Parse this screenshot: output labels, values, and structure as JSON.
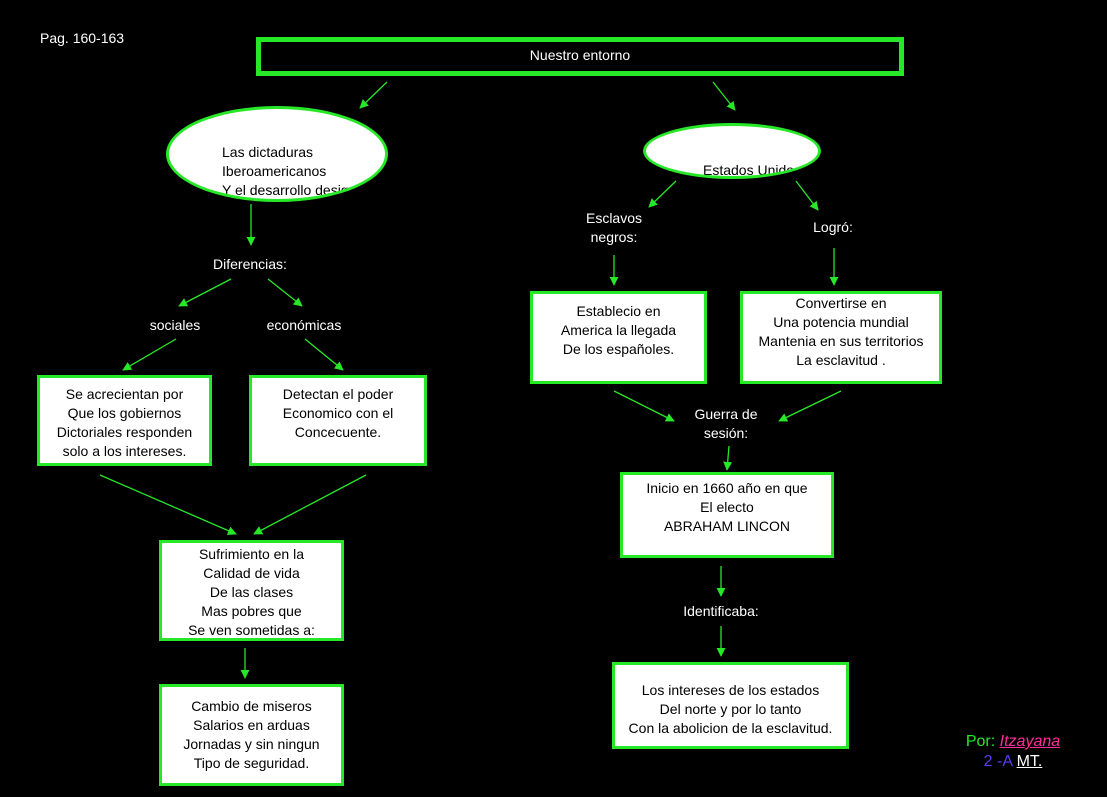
{
  "page_ref": "Pag. 160-163",
  "title": "Nuestro entorno",
  "left": {
    "ellipse": "Las dictaduras\nIberoamericanos\nY el desarrollo desigual",
    "diferencias": "Diferencias:",
    "sociales": "sociales",
    "economicas": "económicas",
    "box_sociales": "Se acrecientan por\nQue los gobiernos\nDictoriales responden\nsolo a los intereses.",
    "box_economicas": "Detectan el poder\nEconomico con el\nConcecuente.",
    "box_sufrimiento": "Sufrimiento en la\nCalidad de vida\nDe las clases\nMas pobres que\nSe ven sometidas a:",
    "box_cambio": "Cambio de miseros\nSalarios en arduas\nJornadas y sin ningun\nTipo de seguridad."
  },
  "right": {
    "ellipse": "Estados Unidos",
    "esclavos": "Esclavos\nnegros:",
    "logro": "Logró:",
    "box_establecio": "Establecio en\nAmerica la llegada\nDe los españoles.",
    "box_convertirse": "Convertirse en\nUna potencia mundial\nMantenia en sus territorios\nLa esclavitud .",
    "guerra": "Guerra de\nsesión:",
    "box_inicio": "Inicio en 1660 año en que\nEl electo\nABRAHAM LINCON",
    "identificaba": "Identificaba:",
    "box_intereses": "Los intereses de los estados\nDel norte y por lo tanto\nCon la abolicion de la esclavitud."
  },
  "credit": {
    "por": "Por:",
    "name": "Itzayana",
    "group": "2 -A",
    "mt": "MT."
  },
  "colors": {
    "background": "#000000",
    "accent": "#27e827",
    "box_fill": "#ffffff"
  }
}
